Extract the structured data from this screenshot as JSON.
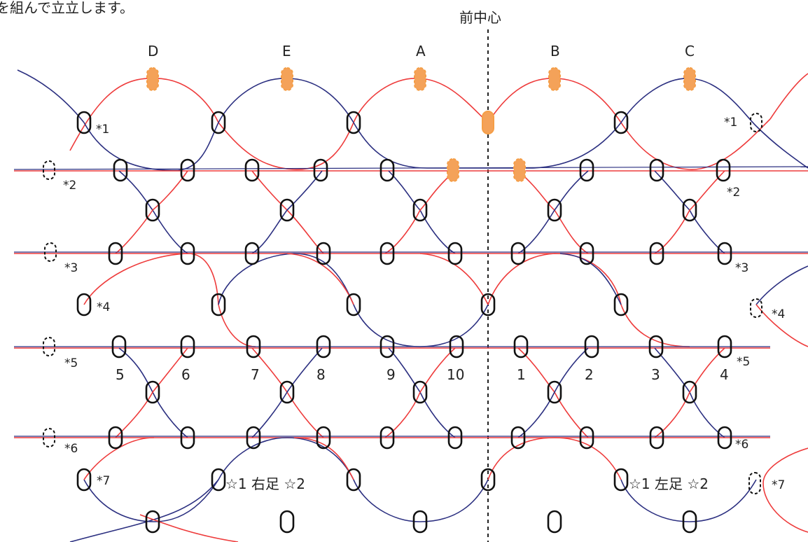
{
  "header_text": "を組んで立立します。",
  "center_label": "前中心",
  "column_labels": [
    "D",
    "E",
    "A",
    "B",
    "C"
  ],
  "bead_numbers": [
    "5",
    "6",
    "7",
    "8",
    "9",
    "10",
    "1",
    "2",
    "3",
    "4"
  ],
  "star_notes_left": [
    "*1",
    "*2",
    "*3",
    "*4",
    "*5",
    "*6",
    "*7"
  ],
  "star_notes_right": [
    "*1",
    "*2",
    "*3",
    "*4",
    "*5",
    "*6",
    "*7"
  ],
  "right_foot_label": "☆1  右足 ☆2",
  "left_foot_label": "☆1  左足 ☆2",
  "colors": {
    "red_thread": "#ee3b3b",
    "blue_thread": "#2b2f80",
    "bead_outline": "#111111",
    "highlight_bead": "#f4a259",
    "center_line": "#222222"
  }
}
